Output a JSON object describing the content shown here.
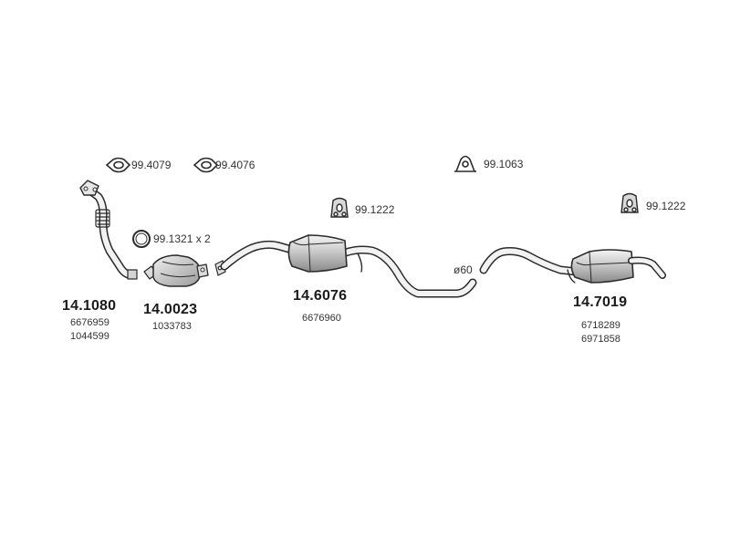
{
  "diagram": {
    "gaskets": [
      {
        "ref": "99.4079"
      },
      {
        "ref": "99.4076"
      }
    ],
    "clamp": {
      "ref": "99.1063"
    },
    "ring": {
      "ref": "99.1321 x 2"
    },
    "hangers": [
      {
        "ref": "99.1222"
      },
      {
        "ref": "99.1222"
      }
    ],
    "diameter": "ø60",
    "parts": [
      {
        "number": "14.1080",
        "oem": [
          "6676959",
          "1044599"
        ]
      },
      {
        "number": "14.0023",
        "oem": [
          "1033783"
        ]
      },
      {
        "number": "14.6076",
        "oem": [
          "6676960"
        ]
      },
      {
        "number": "14.7019",
        "oem": [
          "6718289",
          "6971858"
        ]
      }
    ]
  },
  "colors": {
    "line": "#2b2b2b",
    "metal_light": "#e9e9e9",
    "metal_mid": "#bdbdbd",
    "metal_dark": "#7a7a7a",
    "pipe_fill": "#f2f2f2"
  }
}
